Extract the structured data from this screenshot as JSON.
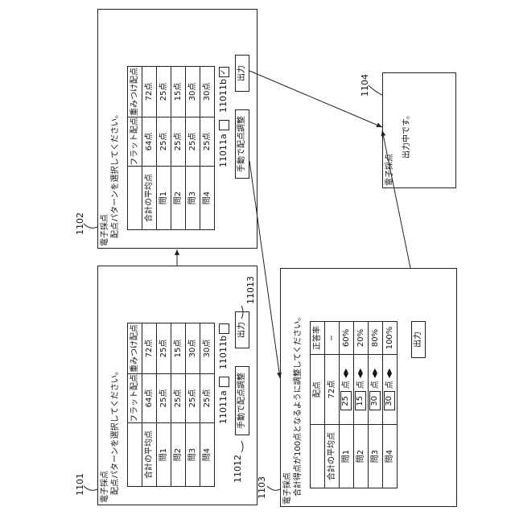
{
  "p1101": {
    "ref": "1101",
    "title": "電子採点",
    "instruction": "配点パターンを選択してください。",
    "headers": [
      "",
      "フラット配点",
      "重みつけ配点"
    ],
    "rows": [
      [
        "合計の平均点",
        "64点",
        "72点"
      ],
      [
        "問1",
        "25点",
        "25点"
      ],
      [
        "問2",
        "25点",
        "15点"
      ],
      [
        "問3",
        "25点",
        "30点"
      ],
      [
        "問4",
        "25点",
        "30点"
      ]
    ],
    "label_a": "11011a",
    "label_b": "11011b",
    "manual_button": "手動で配点調整",
    "output_button": "出力",
    "ref_manual": "11012",
    "ref_output": "11013"
  },
  "p1102": {
    "ref": "1102",
    "title": "電子採点",
    "instruction": "配点パターンを選択してください。",
    "headers": [
      "",
      "フラット配点",
      "重みつけ配点"
    ],
    "rows": [
      [
        "合計の平均点",
        "64点",
        "72点"
      ],
      [
        "問1",
        "25点",
        "25点"
      ],
      [
        "問2",
        "25点",
        "15点"
      ],
      [
        "問3",
        "25点",
        "30点"
      ],
      [
        "問4",
        "25点",
        "30点"
      ]
    ],
    "label_a": "11011a",
    "label_b": "11011b",
    "checked_b": "✓",
    "manual_button": "手動で配点調整",
    "output_button": "出力"
  },
  "p1103": {
    "ref": "1103",
    "title": "電子採点",
    "instruction": "合計得点が100点となるように調整してください。",
    "headers": [
      "",
      "配点",
      "正答率"
    ],
    "avg_row": [
      "合計の平均点",
      "72点",
      "−"
    ],
    "rows": [
      {
        "q": "問1",
        "value": "25",
        "unit": "点",
        "rate": "60%"
      },
      {
        "q": "問2",
        "value": "15",
        "unit": "点",
        "rate": "20%"
      },
      {
        "q": "問3",
        "value": "30",
        "unit": "点",
        "rate": "80%"
      },
      {
        "q": "問4",
        "value": "30",
        "unit": "点",
        "rate": "100%"
      }
    ],
    "spinner_glyph": "◀▶",
    "output_button": "出力"
  },
  "p1104": {
    "ref": "1104",
    "title": "電子採点",
    "message": "出力中です。"
  }
}
